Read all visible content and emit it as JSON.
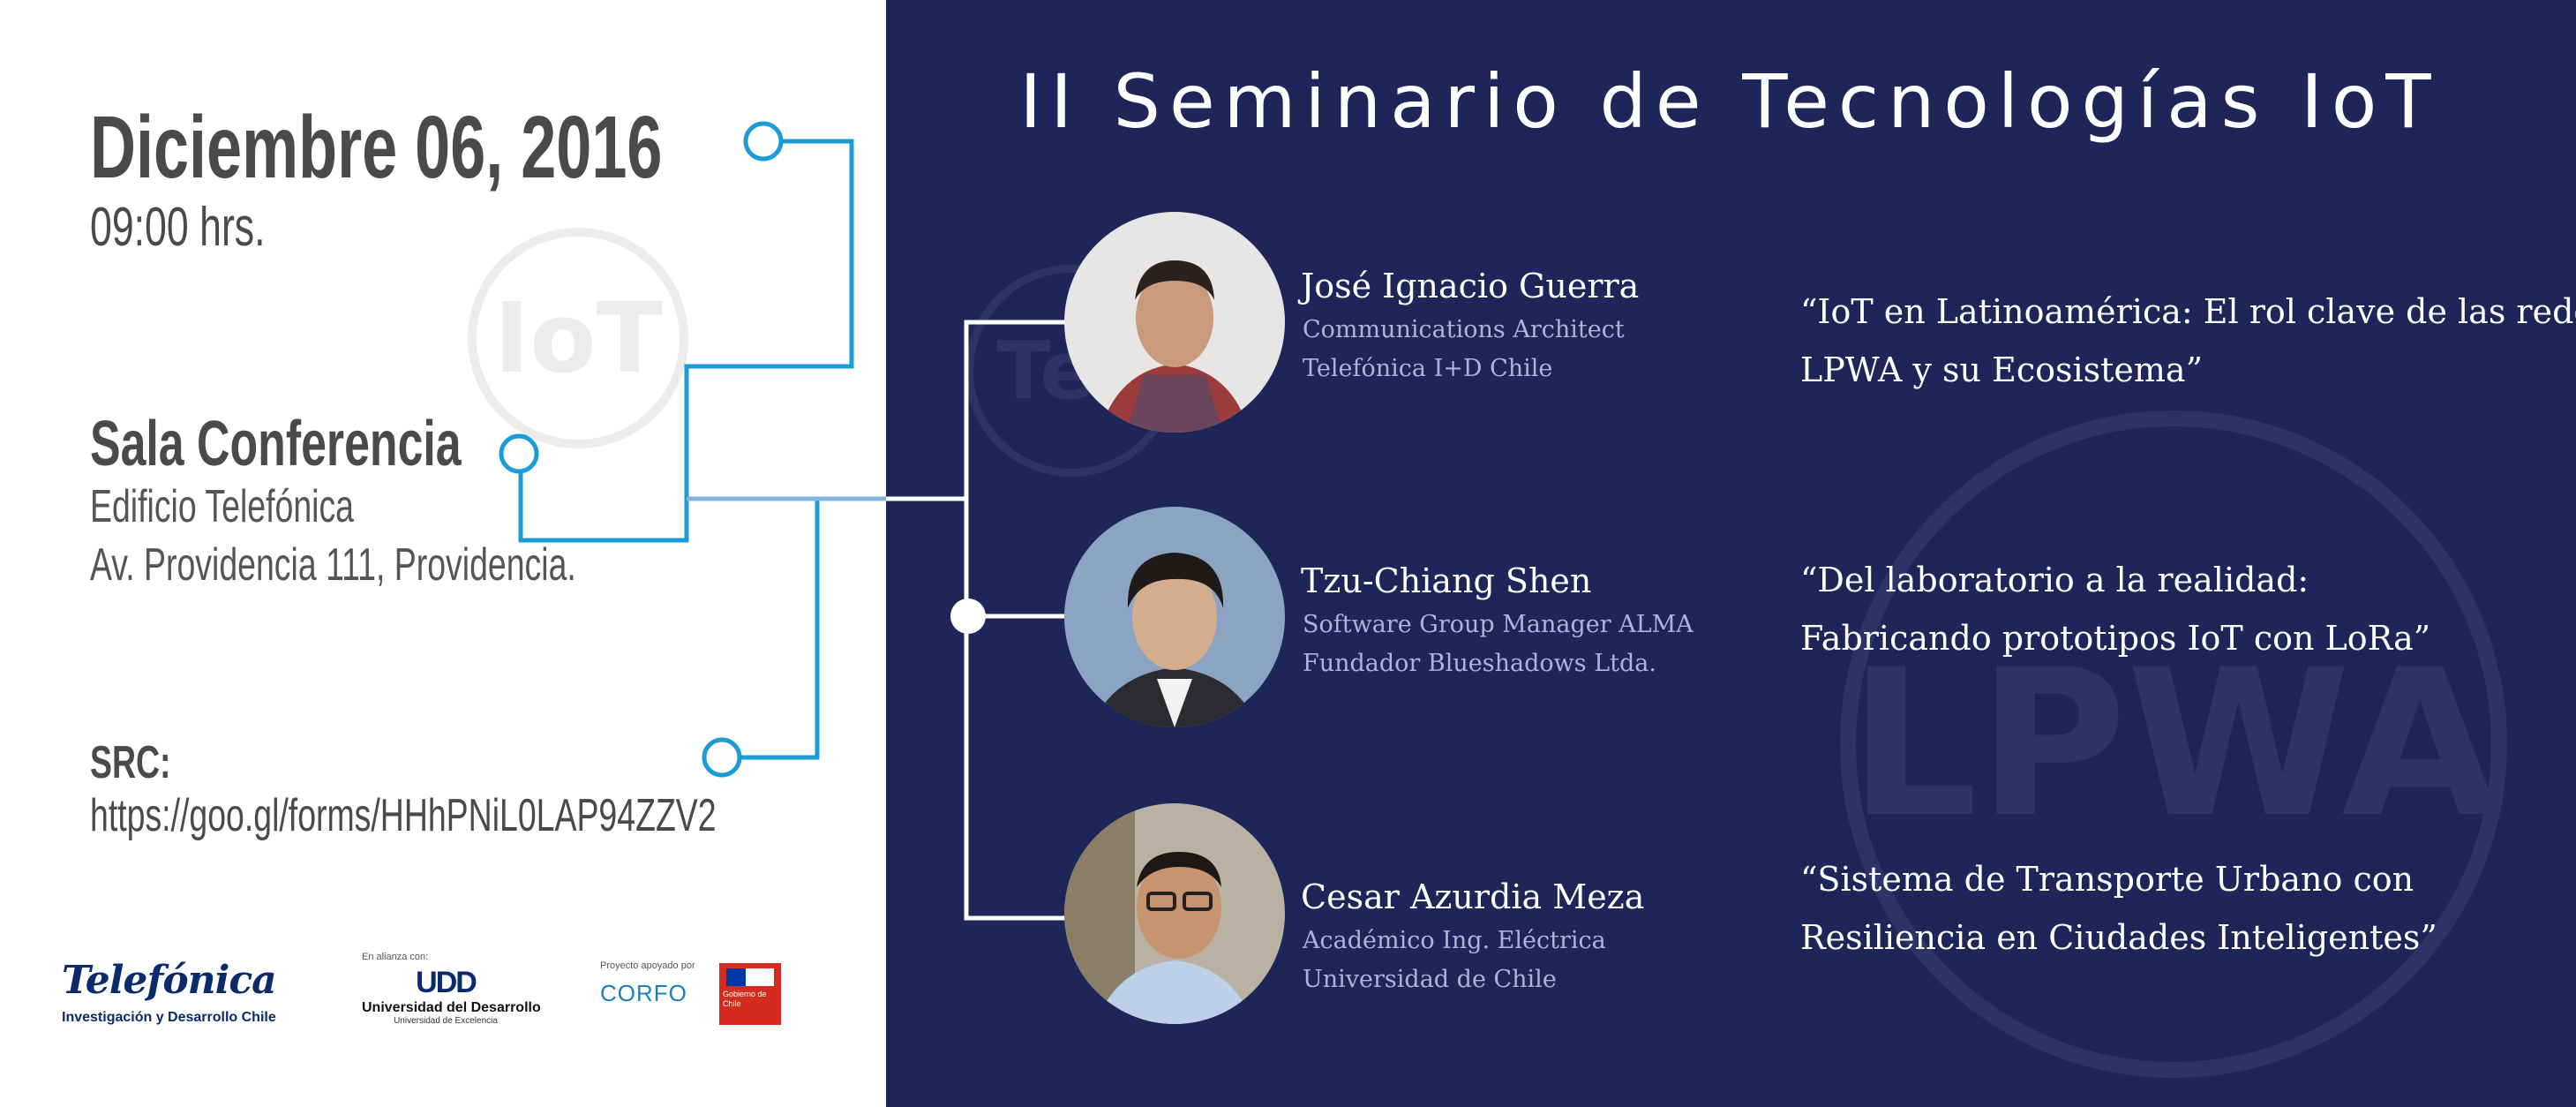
{
  "event": {
    "title": "II Seminario de Tecnologías IoT",
    "date": "Diciembre 06, 2016",
    "time": "09:00 hrs.",
    "venue": {
      "name": "Sala Conferencia",
      "building": "Edificio Telefónica",
      "address": "Av. Providencia 111, Providencia."
    },
    "registration": {
      "label": "SRC:",
      "url": "https://goo.gl/forms/HHhPNiL0LAP94ZZV2"
    }
  },
  "watermarks": {
    "iot": "IoT",
    "tec": "Tec",
    "lpwa": "LPWA"
  },
  "speakers": [
    {
      "name": "José Ignacio Guerra",
      "role_line1": "Communications Architect",
      "role_line2": "Telefónica I+D Chile",
      "talk_line1": "“IoT en Latinoamérica: El rol clave de las redes",
      "talk_line2": "LPWA y su Ecosistema”"
    },
    {
      "name": "Tzu-Chiang Shen",
      "role_line1": "Software Group Manager  ALMA",
      "role_line2": "Fundador Blueshadows Ltda.",
      "talk_line1": "“Del laboratorio a la realidad:",
      "talk_line2": "Fabricando prototipos IoT con LoRa”"
    },
    {
      "name": "Cesar Azurdia Meza",
      "role_line1": "Académico Ing. Eléctrica",
      "role_line2": "Universidad de Chile",
      "talk_line1": "“Sistema de Transporte Urbano con",
      "talk_line2": "Resiliencia en Ciudades Inteligentes”"
    }
  ],
  "sponsors": {
    "telefonica": {
      "name": "Telefónica",
      "subtitle": "Investigación y Desarrollo Chile"
    },
    "udd": {
      "caption": "En alianza con:",
      "mark": "UDD",
      "name": "Universidad del Desarrollo",
      "tagline": "Universidad de Excelencia"
    },
    "corfo": {
      "caption": "Proyecto apoyado por",
      "name": "CORFO"
    },
    "gobierno": {
      "name": "Gobierno de Chile"
    }
  },
  "colors": {
    "panel": "#1e2659",
    "connector": "#1a9cd8",
    "text_dark": "#4a4a4a",
    "accent_red": "#d52b1e",
    "accent_blue": "#0039a6"
  }
}
